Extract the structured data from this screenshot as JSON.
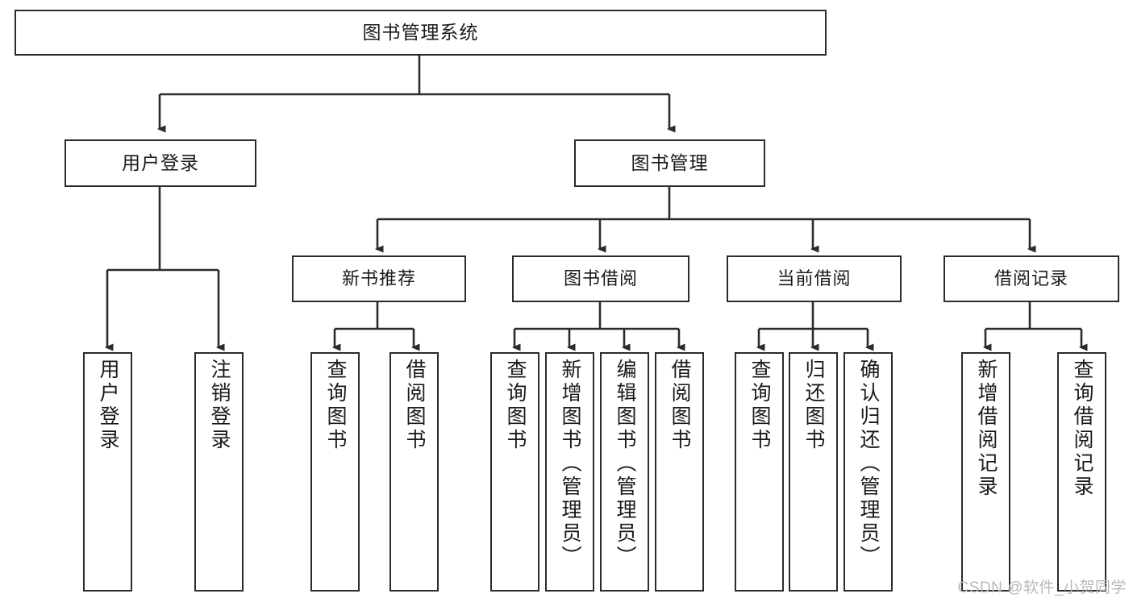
{
  "diagram": {
    "title": "图书管理系统",
    "type": "tree-hierarchy-chart",
    "stroke_color": "#2b2b2b",
    "fill_color": "#ffffff",
    "text_color": "#1a1a1a"
  },
  "root": {
    "label": "图书管理系统"
  },
  "level1": [
    {
      "label": "用户登录"
    },
    {
      "label": "图书管理"
    }
  ],
  "level2": [
    {
      "label": "新书推荐"
    },
    {
      "label": "图书借阅"
    },
    {
      "label": "当前借阅"
    },
    {
      "label": "借阅记录"
    }
  ],
  "leaves": {
    "user_login": [
      {
        "label": "用户登录"
      },
      {
        "label": "注销登录"
      }
    ],
    "new_book_recommend": [
      {
        "label": "查询图书"
      },
      {
        "label": "借阅图书"
      }
    ],
    "book_borrow": [
      {
        "label": "查询图书"
      },
      {
        "label": "新增图书（管理员）"
      },
      {
        "label": "编辑图书（管理员）"
      },
      {
        "label": "借阅图书"
      }
    ],
    "current_borrow": [
      {
        "label": "查询图书"
      },
      {
        "label": "归还图书"
      },
      {
        "label": "确认归还（管理员）"
      }
    ],
    "borrow_records": [
      {
        "label": "新增借阅记录"
      },
      {
        "label": "查询借阅记录"
      }
    ]
  },
  "watermark": {
    "text": "CSDN @软件_小贺同学"
  }
}
